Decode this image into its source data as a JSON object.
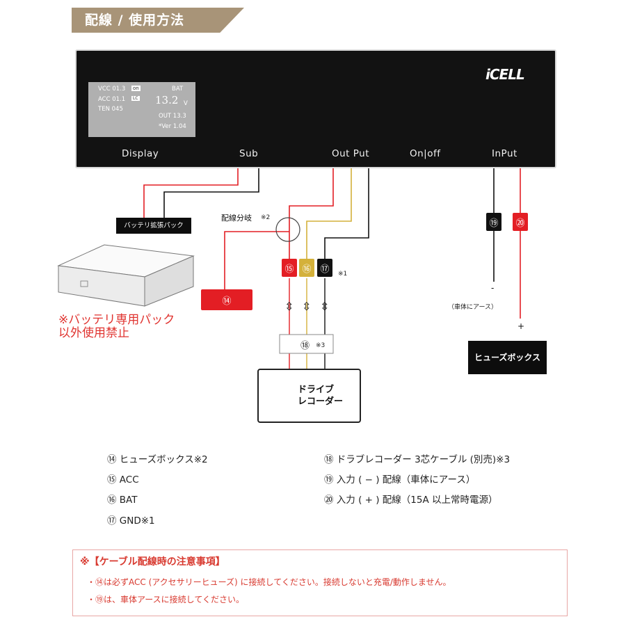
{
  "header": {
    "title": "配線 / 使用方法"
  },
  "device": {
    "logo": "iCELL",
    "screen": {
      "vcc": "VCC 01.3",
      "vcc_badge": "on",
      "acc": "ACC 01.1",
      "acc_badge": "LC",
      "ten": "TEN 045",
      "bat_label": "BAT",
      "voltage": "13.2",
      "voltage_unit": "V",
      "out": "OUT 13.3",
      "ver": "*Ver 1.04"
    },
    "labels": {
      "display": "Display",
      "sub": "Sub",
      "output": "Out Put",
      "onoff": "On|off",
      "input": "InPut"
    }
  },
  "diagram": {
    "battery_pack_label": "バッテリ拡張パック",
    "branch_label": "配線分岐",
    "branch_note": "※2",
    "n14": "⑭",
    "n15": "⑮",
    "n16": "⑯",
    "n17": "⑰",
    "n18": "⑱",
    "n19": "⑲",
    "n20": "⑳",
    "n17_note": "※1",
    "n18_note": "※3",
    "minus": "-",
    "ground_note": "（車体にアース）",
    "plus": "+",
    "fuse_box": "ヒューズボックス",
    "warning_line1": "※バッテリ専用パック",
    "warning_line2": "以外使用禁止",
    "recorder_line1": "ドライブ",
    "recorder_line2": "レコーダー",
    "arrow": "⇳"
  },
  "legend": {
    "left": [
      "⑭ ヒューズボックス※2",
      "⑮ ACC",
      "⑯ BAT",
      "⑰ GND※1"
    ],
    "right": [
      "⑱ ドラブレコーダー 3芯ケーブル (別売)※3",
      "⑲ 入力 ( − ) 配線（車体にアース）",
      "⑳ 入力 ( + ) 配線（15A 以上常時電源）"
    ]
  },
  "notice": {
    "title": "※【ケーブル配線時の注意事項】",
    "lines": [
      "・⑭は必ずACC (アクセサリーヒューズ) に接続してください。接続しないと充電/動作しません。",
      "・⑲は、車体アースに接続してください。"
    ]
  },
  "colors": {
    "red": "#e31e24",
    "yellow": "#d4b13a",
    "black": "#111111",
    "header": "#a89478"
  }
}
